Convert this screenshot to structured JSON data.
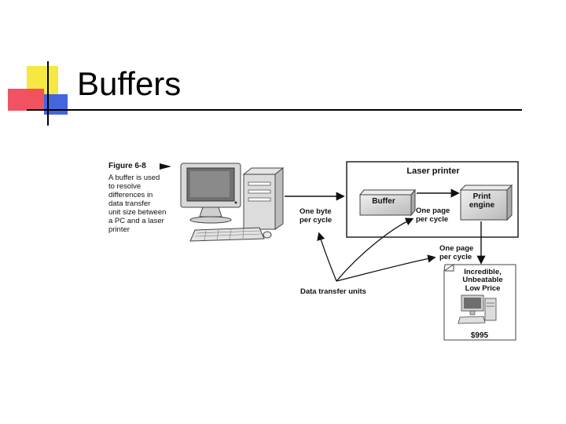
{
  "slide": {
    "title": "Buffers"
  },
  "figure": {
    "number": "Figure 6-8",
    "caption_lines": [
      "A buffer is used",
      "to resolve",
      "differences in",
      "data transfer",
      "unit size between",
      "a PC and a laser",
      "printer"
    ],
    "laser_printer_label": "Laser printer",
    "buffer_label": "Buffer",
    "print_engine_lines": [
      "Print",
      "engine"
    ],
    "one_byte_lines": [
      "One byte",
      "per cycle"
    ],
    "one_page_inner_lines": [
      "One page",
      "per cycle"
    ],
    "one_page_outer_lines": [
      "One page",
      "per cycle"
    ],
    "data_transfer_label": "Data transfer units",
    "flyer_lines": [
      "Incredible,",
      "Unbeatable",
      "Low Price"
    ],
    "flyer_price": "$995"
  },
  "colors": {
    "accent_yellow": "#f5e842",
    "accent_red": "#f04a5a",
    "accent_blue": "#4466dd",
    "box_gray": "#d9d9d9"
  }
}
